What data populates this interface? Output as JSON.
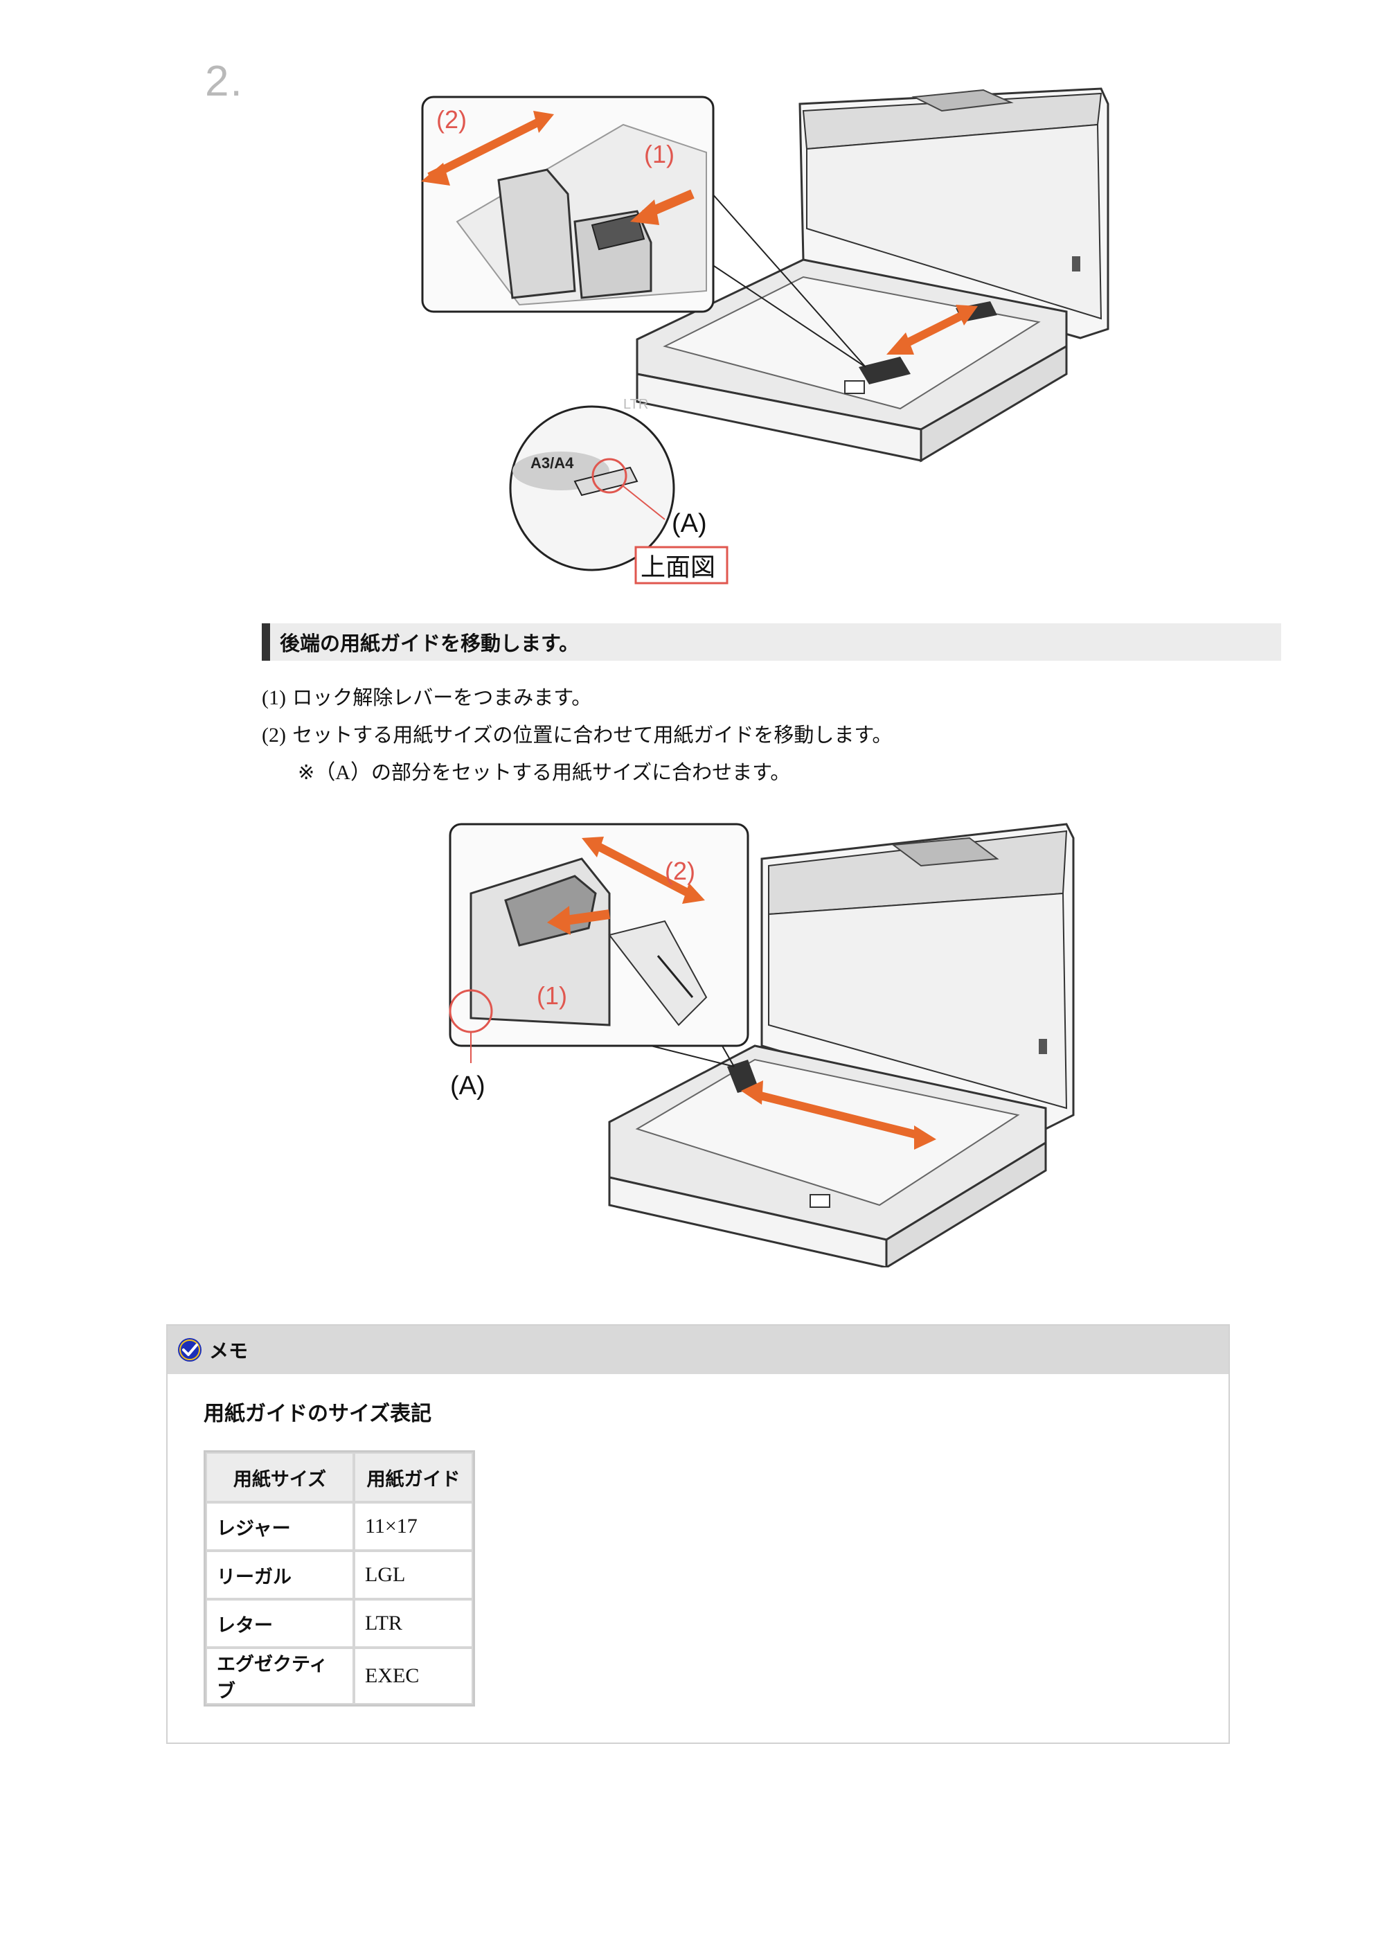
{
  "step": {
    "number": "2."
  },
  "figure1": {
    "label_1": "(1)",
    "label_2": "(2)",
    "label_a": "(A)",
    "scale_mark": "A3/A4",
    "scale_mark_ltr": "LTR",
    "view_caption": "上面図"
  },
  "section": {
    "heading": "後端の用紙ガイドを移動します。",
    "instructions": [
      {
        "num": "(1)",
        "text": "ロック解除レバーをつまみます。"
      },
      {
        "num": "(2)",
        "text": "セットする用紙サイズの位置に合わせて用紙ガイドを移動します。"
      }
    ],
    "note": {
      "mark": "※",
      "num": "（A）",
      "text": "の部分をセットする用紙サイズに合わせます。"
    }
  },
  "figure2": {
    "label_1": "(1)",
    "label_2": "(2)",
    "label_a": "(A)"
  },
  "memo": {
    "label": "メモ",
    "title": "用紙ガイドのサイズ表記",
    "table": {
      "headers": [
        "用紙サイズ",
        "用紙ガイド"
      ],
      "rows": [
        [
          "レジャー",
          "11×17"
        ],
        [
          "リーガル",
          "LGL"
        ],
        [
          "レター",
          "LTR"
        ],
        [
          "エグゼクティブ",
          "EXEC"
        ]
      ]
    }
  },
  "colors": {
    "accent_arrow": "#e8692a",
    "callout": "#e0574f",
    "memo_icon": "#1c2fb8"
  }
}
